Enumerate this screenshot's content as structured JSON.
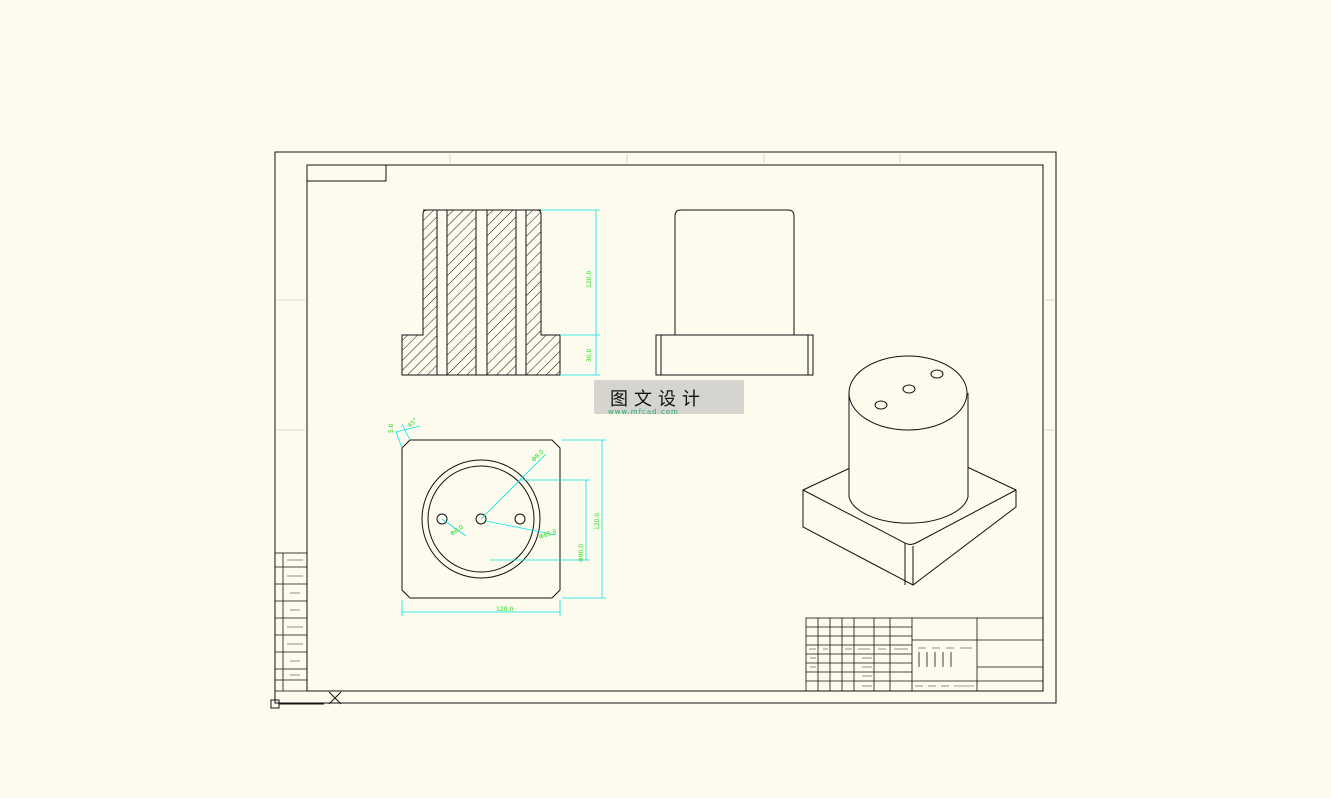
{
  "colors": {
    "background": "#fdfbee",
    "line": "#111111",
    "dimension": "#00e5e5",
    "dimension_text": "#22d81f"
  },
  "dimensions": {
    "front_upper_height": "120.0",
    "front_lower_height": "30.0",
    "top_overall_width": "120.0",
    "top_overall_height": "120.0",
    "top_chamfer_a": "5.0",
    "top_chamfer_b": "45°",
    "hole_dia": "Φ8.0",
    "hole_spacing": "Φ8.0",
    "pcd": "Φ85.0",
    "bore": "Φ90.0"
  },
  "watermark": {
    "text": "图文设计",
    "subtext": "www.mfcad.com"
  }
}
